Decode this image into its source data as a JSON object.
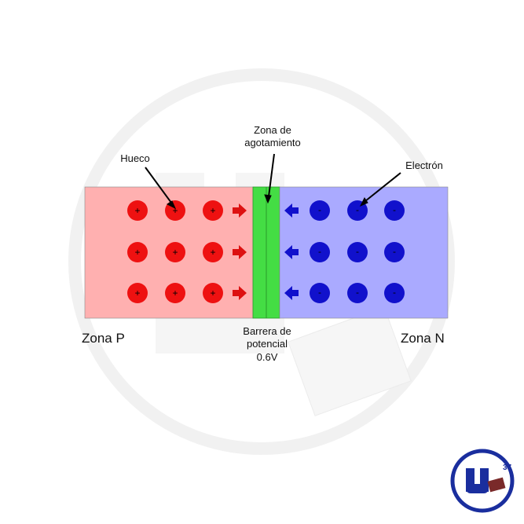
{
  "labels": {
    "hole": "Hueco",
    "depletion_line1": "Zona de",
    "depletion_line2": "agotamiento",
    "electron": "Electrón",
    "p_zone": "Zona P",
    "n_zone": "Zona N",
    "barrier_line1": "Barrera de",
    "barrier_line2": "potencial",
    "barrier_line3": "0.6V",
    "logo_text": "37"
  },
  "symbols": {
    "hole_sign": "+",
    "electron_sign": "-"
  },
  "colors": {
    "p_region": "#ffb0b0",
    "n_region": "#aaaaff",
    "depletion": "#44dd44",
    "hole": "#ee1111",
    "electron": "#1111cc",
    "arrow_p": "#dd1111",
    "arrow_n": "#1111cc",
    "logo_blue": "#1a2e9e"
  },
  "icons": {
    "p_arrow": "arrow-right-icon",
    "n_arrow": "arrow-left-icon",
    "brand": "ud37-logo-icon"
  }
}
